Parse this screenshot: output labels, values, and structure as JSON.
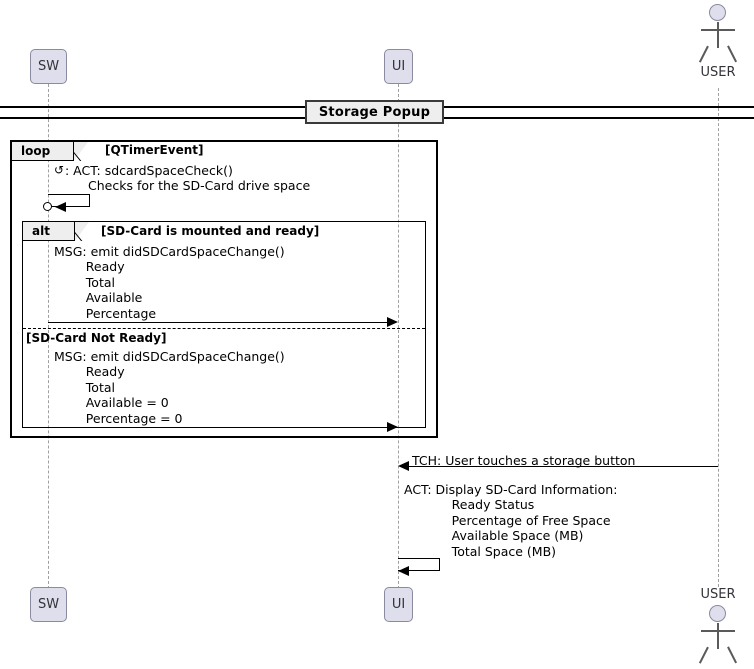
{
  "diagram": {
    "type": "uml-sequence-diagram",
    "title": "",
    "colors": {
      "participant_fill": "#DEDEEC",
      "participant_border": "#8A8AA0",
      "frame_border": "#000000",
      "divider_fill": "#EEEEEE",
      "lifeline": "#A0A0A0"
    }
  },
  "participants": [
    {
      "id": "sw",
      "label": "SW",
      "kind": "box"
    },
    {
      "id": "ui",
      "label": "UI",
      "kind": "box"
    },
    {
      "id": "user",
      "label": "USER",
      "kind": "actor"
    }
  ],
  "participants_bottom": [
    {
      "id": "sw",
      "label": "SW",
      "kind": "box"
    },
    {
      "id": "ui",
      "label": "UI",
      "kind": "box"
    },
    {
      "id": "user",
      "label": "USER",
      "kind": "actor"
    }
  ],
  "divider": {
    "label": "Storage Popup"
  },
  "fragments": {
    "loop": {
      "keyword": "loop",
      "guard": "[QTimerEvent]"
    },
    "alt": {
      "keyword": "alt",
      "guard": "[SD-Card is mounted and ready]",
      "else_guard": "[SD-Card Not Ready]"
    }
  },
  "messages": {
    "self_check": {
      "glyph": "↺",
      "line1": ": ACT: sdcardSpaceCheck()",
      "line2": "Checks for the SD-Card drive space"
    },
    "alt_branch_1": {
      "lines": [
        "MSG: emit didSDCardSpaceChange()",
        "        Ready",
        "        Total",
        "        Available",
        "        Percentage"
      ],
      "from": "SW",
      "to": "UI"
    },
    "alt_branch_2": {
      "lines": [
        "MSG: emit didSDCardSpaceChange()",
        "        Ready",
        "        Total",
        "        Available = 0",
        "        Percentage = 0"
      ],
      "from": "SW",
      "to": "UI"
    },
    "user_touch": {
      "text": "TCH: User touches a storage button",
      "from": "USER",
      "to": "UI"
    },
    "ui_display": {
      "lines": [
        "ACT: Display SD-Card Information:",
        "            Ready Status",
        "            Percentage of Free Space",
        "            Available Space (MB)",
        "            Total Space (MB)"
      ],
      "from": "UI",
      "to": "UI"
    }
  }
}
